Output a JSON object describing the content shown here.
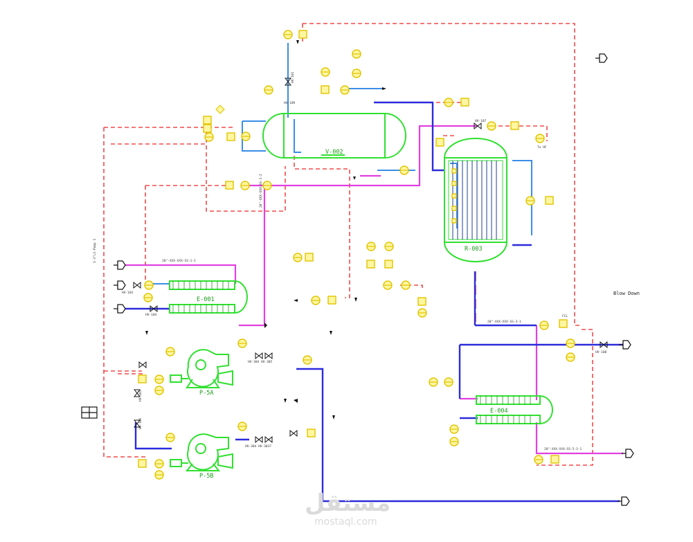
{
  "equipment": {
    "v002": "V-002",
    "r003": "R-003",
    "e001": "E-001",
    "e004": "E-004",
    "p5a": "P-5A",
    "p5b": "P-5B"
  },
  "labels": {
    "blow_down": "Blow Down",
    "line_1": "20\"-XXX-XXX-SS-1-1",
    "line_2": "20\"-XXX-XXX-SS-1-2",
    "line_3": "20\"-XXX-XXX-SS-3-1",
    "line_4": "20\"-XXX-XXX-SS-5-3-1",
    "vertical_note": "1-3\"L1-Pump 1",
    "hv101": "HV-101",
    "hv107": "HV-107",
    "hv103": "HV-103",
    "hv104": "HV-104",
    "hv105": "HV-105",
    "hv106": "HV-106",
    "hv108": "HV-108",
    "hv109": "HV-109",
    "hv_pair_a": "HV-304 HV-305",
    "hv_pair_b": "HV-304 HV-3037",
    "fcl": "FCL",
    "to_hf": "To HF"
  },
  "watermark": {
    "arabic": "مستقل",
    "latin": "mostaql.com"
  },
  "colors": {
    "equipment": "#2fe02f",
    "process_magenta": "#e040e0",
    "process_blue": "#2b2bdc",
    "utility_blue": "#3a8de8",
    "signal_red": "#f04a4a",
    "instrument_yellow": "#fff6a0"
  }
}
